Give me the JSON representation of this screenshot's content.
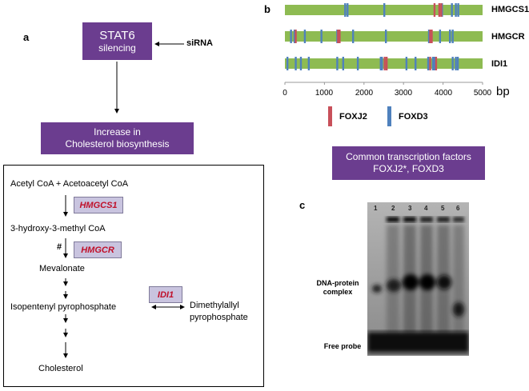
{
  "panel_a": {
    "letter": "a",
    "stat6_line1": "STAT6",
    "stat6_line2": "silencing",
    "sirna": "siRNA",
    "increase_line1": "Increase in",
    "increase_line2": "Cholesterol biosynthesis",
    "pathway": {
      "substrate": "Acetyl CoA + Acetoacetyl CoA",
      "enzyme1": "HMGCS1",
      "intermediate1": "3-hydroxy-3-methyl CoA",
      "hash": "#",
      "enzyme2": "HMGCR",
      "intermediate2": "Mevalonate",
      "intermediate3": "Isopentenyl pyrophosphate",
      "enzyme3": "IDI1",
      "isomer_line1": "Dimethylallyl",
      "isomer_line2": "pyrophosphate",
      "product": "Cholesterol"
    }
  },
  "panel_b": {
    "letter": "b",
    "genes": [
      "HMGCS1",
      "HMGCR",
      "IDI1"
    ],
    "axis_ticks": [
      "0",
      "1000",
      "2000",
      "3000",
      "4000",
      "5000"
    ],
    "axis_unit": "bp",
    "legend": [
      "FOXJ2",
      "FOXD3"
    ],
    "common_line1": "Common transcription factors",
    "common_line2": "FOXJ2*, FOXD3",
    "colors": {
      "bar": "#8ebb52",
      "foxj2": "#c8505a",
      "foxd3": "#4f81bd",
      "purple": "#6b3d8f"
    }
  },
  "panel_c": {
    "letter": "c",
    "lanes": [
      "1",
      "2",
      "3",
      "4",
      "5",
      "6"
    ],
    "complex_line1": "DNA-protein",
    "complex_line2": "complex",
    "free_probe": "Free probe"
  }
}
